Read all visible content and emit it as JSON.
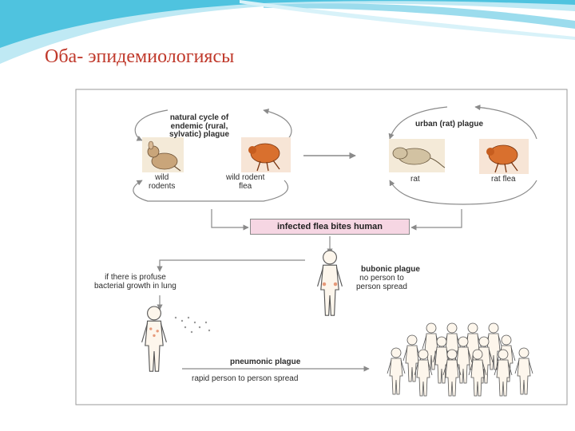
{
  "slide": {
    "title": "Оба- эпидемиологиясы"
  },
  "diagram": {
    "sylvatic": {
      "cycle_title": "natural cycle of\nendemic (rural,\nsylvatic) plague",
      "host_label": "wild\nrodents",
      "vector_label": "wild rodent\nflea"
    },
    "urban": {
      "cycle_title": "urban (rat) plague",
      "host_label": "rat",
      "vector_label": "rat flea"
    },
    "infected_event": "infected flea bites human",
    "bubonic": {
      "title": "bubonic plague",
      "subtitle": "no person to\nperson spread"
    },
    "lung_condition": "if there is profuse\nbacterial growth in lung",
    "pneumonic": {
      "title": "pneumonic plague",
      "subtitle": "rapid person to person spread"
    }
  },
  "colors": {
    "title_red": "#c0392b",
    "box_pink": "#f6d6e3",
    "banner_teal": "#4fc3df",
    "flea_orange": "#d9702e"
  }
}
